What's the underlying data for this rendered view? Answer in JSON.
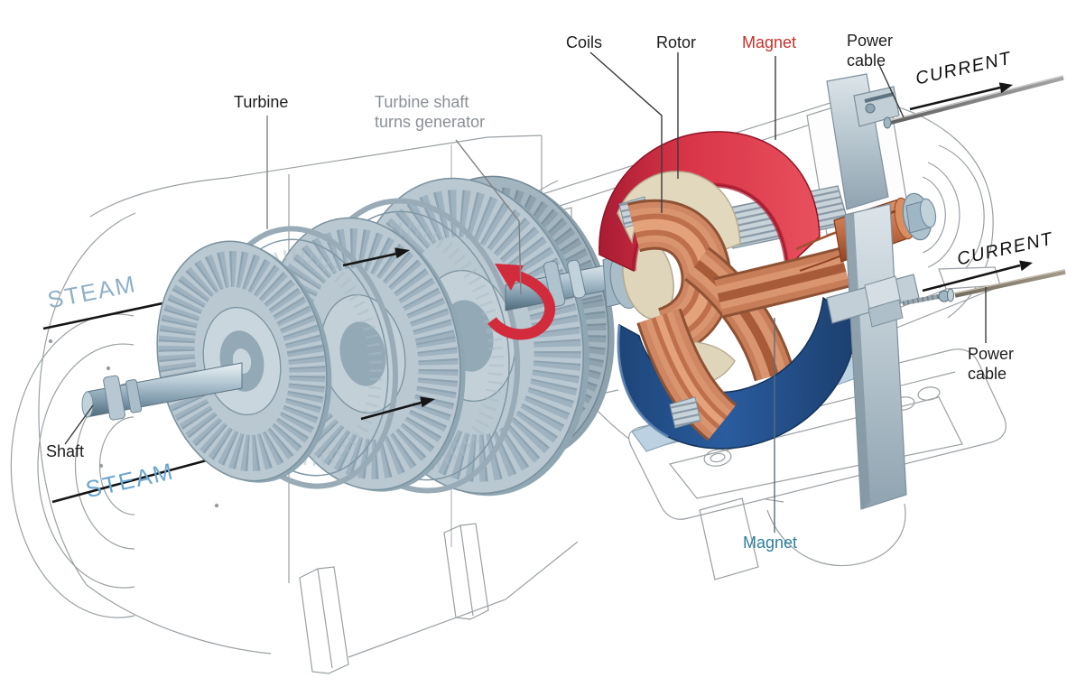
{
  "figure": {
    "description": "Cutaway diagram of a steam turbine spinning an electric generator"
  },
  "labels": {
    "turbine": "Turbine",
    "turbine_shaft_line1": "Turbine shaft",
    "turbine_shaft_line2": "turns generator",
    "coils": "Coils",
    "rotor": "Rotor",
    "magnet_top": "Magnet",
    "power_cable_top_line1": "Power",
    "power_cable_top_line2": "cable",
    "current_top": "CURRENT",
    "current_right": "CURRENT",
    "power_cable_bottom_line1": "Power",
    "power_cable_bottom_line2": "cable",
    "magnet_bottom": "Magnet",
    "steam_top": "STEAM",
    "steam_bottom": "STEAM",
    "shaft": "Shaft"
  },
  "colors": {
    "label_black": "#1d1d1d",
    "label_gray": "#8a9096",
    "magnet_label_red": "#c5322c",
    "magnet_label_teal": "#2e7fa0",
    "steam_label_top": "#8fb0c6",
    "steam_label_bottom": "#6ca6ce",
    "magnet_red": "#d93549",
    "magnet_blue": "#2a5c9f",
    "coil_copper": "#c87d59",
    "rotor_cream": "#dfd5bb",
    "steel": "#b9c8d1",
    "ribbon_red": "#d22c3c"
  }
}
